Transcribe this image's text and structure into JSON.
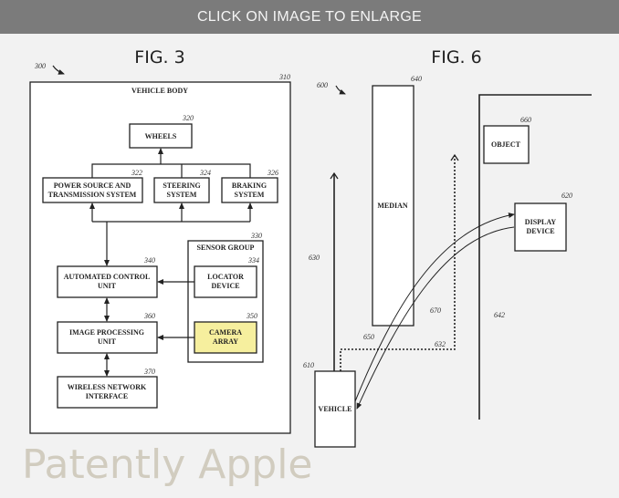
{
  "banner": {
    "text": "CLICK ON IMAGE TO ENLARGE"
  },
  "watermark": "Patently Apple",
  "fig3": {
    "title": "FIG. 3",
    "ref": "300",
    "vehicle_body": {
      "label": "VEHICLE BODY",
      "ref": "310"
    },
    "wheels": {
      "label": "WHEELS",
      "ref": "320"
    },
    "power": {
      "line1": "POWER SOURCE AND",
      "line2": "TRANSMISSION SYSTEM",
      "ref": "322"
    },
    "steering": {
      "line1": "STEERING",
      "line2": "SYSTEM",
      "ref": "324"
    },
    "braking": {
      "line1": "BRAKING",
      "line2": "SYSTEM",
      "ref": "326"
    },
    "sensor_group": {
      "label": "SENSOR GROUP",
      "ref": "330"
    },
    "locator": {
      "line1": "LOCATOR",
      "line2": "DEVICE",
      "ref": "334"
    },
    "camera": {
      "line1": "CAMERA",
      "line2": "ARRAY",
      "ref": "350",
      "color": "#f6ef9e"
    },
    "acu": {
      "line1": "AUTOMATED CONTROL",
      "line2": "UNIT",
      "ref": "340"
    },
    "ipu": {
      "line1": "IMAGE PROCESSING",
      "line2": "UNIT",
      "ref": "360"
    },
    "wireless": {
      "line1": "WIRELESS NETWORK",
      "line2": "INTERFACE",
      "ref": "370"
    }
  },
  "fig6": {
    "title": "FIG. 6",
    "ref": "600",
    "median": {
      "label": "MEDIAN",
      "ref": "640"
    },
    "object": {
      "label": "OBJECT",
      "ref": "660"
    },
    "display": {
      "line1": "DISPLAY",
      "line2": "DEVICE",
      "ref": "620"
    },
    "vehicle": {
      "label": "VEHICLE",
      "ref": "610"
    },
    "path_ref": "630",
    "dotted_ref": "632",
    "boundary_ref": "642",
    "signal_ref_a": "650",
    "signal_ref_b": "670"
  }
}
